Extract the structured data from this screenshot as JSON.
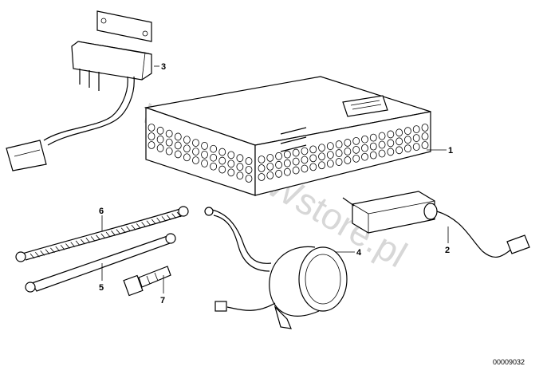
{
  "watermark": "www.BMWstore.pl",
  "reference_number": "00009032",
  "callouts": [
    "1",
    "2",
    "3",
    "4",
    "5",
    "6",
    "7"
  ]
}
